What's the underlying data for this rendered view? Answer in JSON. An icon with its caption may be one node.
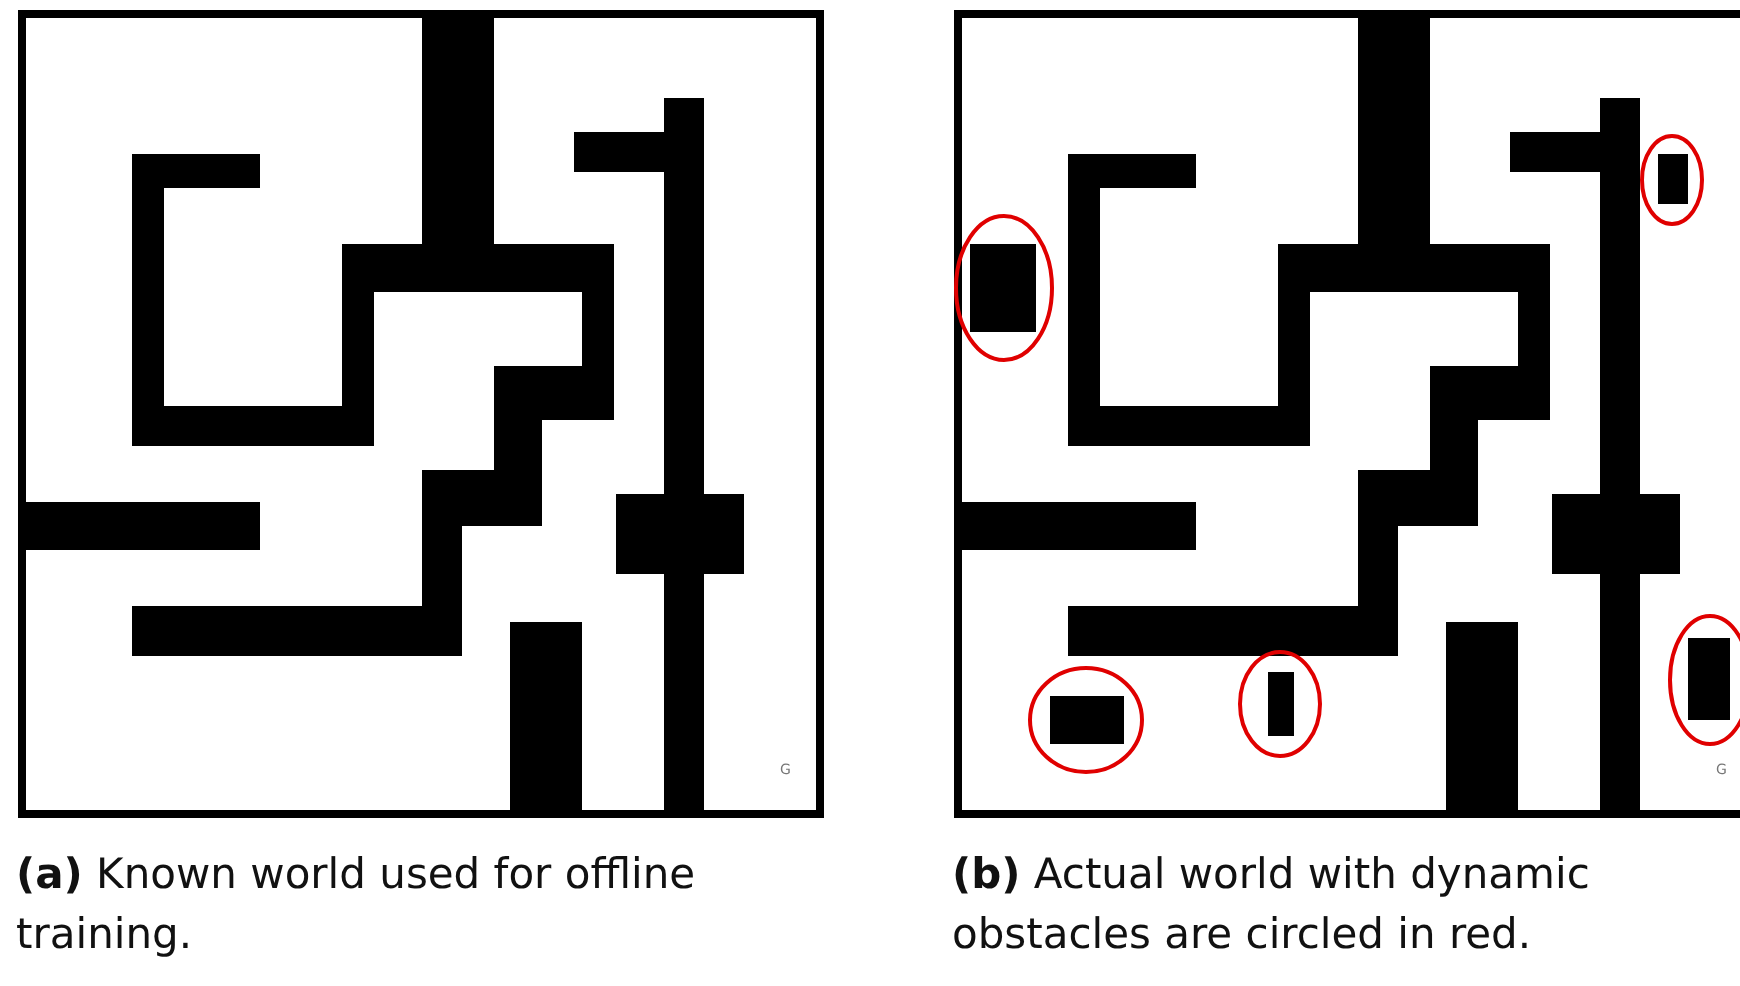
{
  "diagram": {
    "labels": [
      "G",
      "G",
      "**(a)** Known world used for offline training.",
      "**(b)** Actual world with dynamic obstacles are circled in red."
    ]
  }
}
